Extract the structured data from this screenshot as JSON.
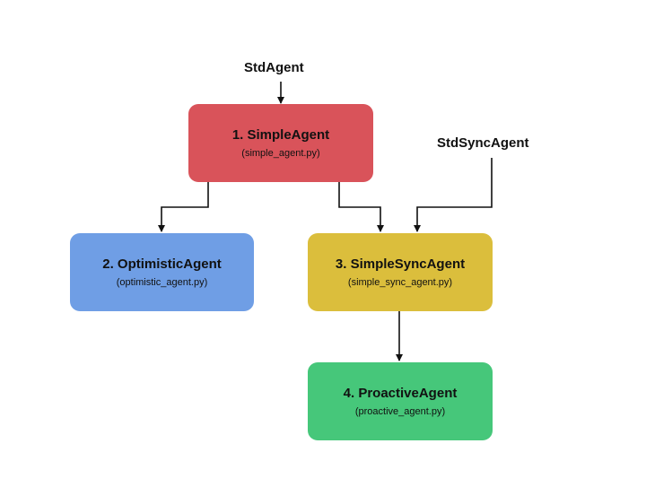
{
  "sources": {
    "std_agent": "StdAgent",
    "std_sync_agent": "StdSyncAgent"
  },
  "nodes": {
    "simple_agent": {
      "title": "1. SimpleAgent",
      "file": "(simple_agent.py)",
      "color": "#D9535A"
    },
    "optimistic_agent": {
      "title": "2. OptimisticAgent",
      "file": "(optimistic_agent.py)",
      "color": "#6F9EE5"
    },
    "simple_sync_agent": {
      "title": "3. SimpleSyncAgent",
      "file": "(simple_sync_agent.py)",
      "color": "#DBBE3C"
    },
    "proactive_agent": {
      "title": "4. ProactiveAgent",
      "file": "(proactive_agent.py)",
      "color": "#46C77A"
    }
  },
  "edges": [
    {
      "from": "StdAgent",
      "to": "1. SimpleAgent"
    },
    {
      "from": "1. SimpleAgent",
      "to": "2. OptimisticAgent"
    },
    {
      "from": "1. SimpleAgent",
      "to": "3. SimpleSyncAgent"
    },
    {
      "from": "StdSyncAgent",
      "to": "3. SimpleSyncAgent"
    },
    {
      "from": "3. SimpleSyncAgent",
      "to": "4. ProactiveAgent"
    }
  ]
}
